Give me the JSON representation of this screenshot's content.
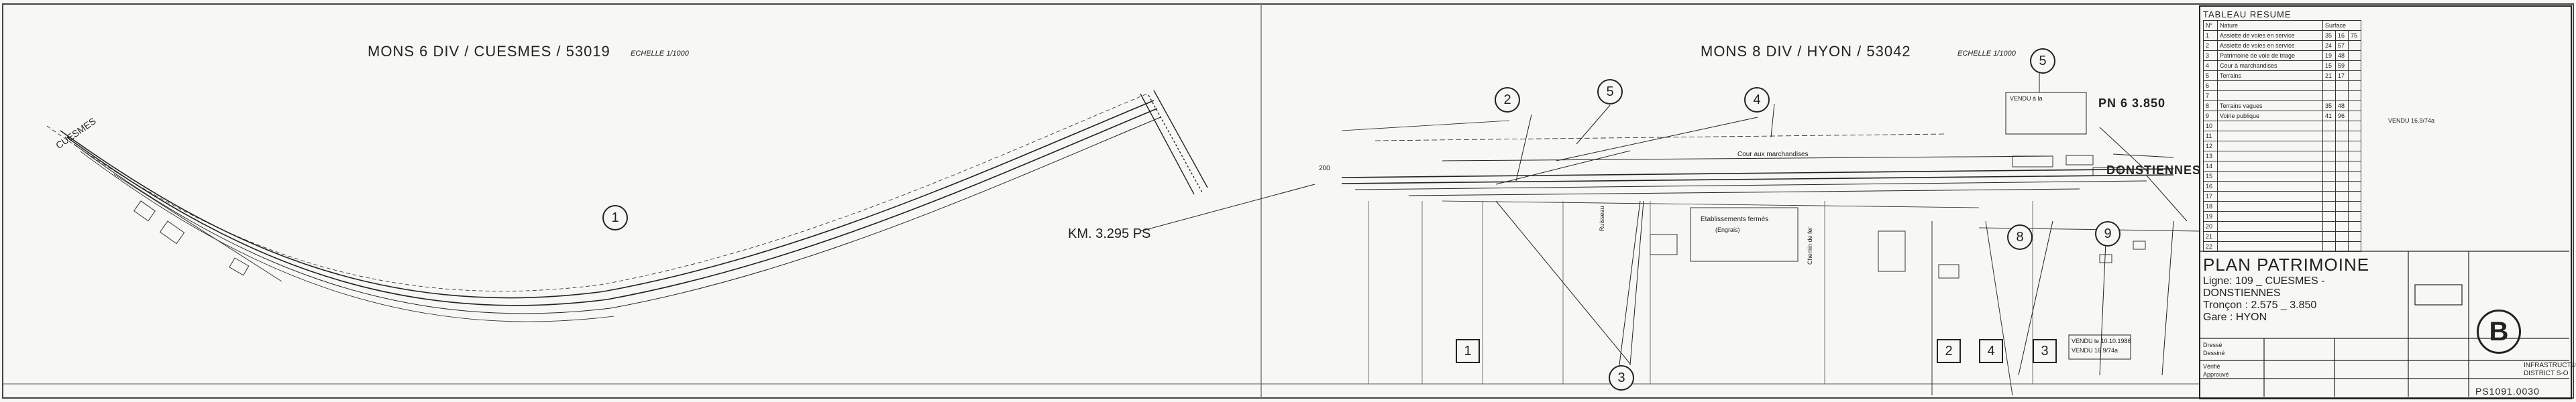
{
  "sheet_left": {
    "title": "MONS  6  DIV / CUESMES /     53019",
    "scale": "ECHELLE  1/1000"
  },
  "sheet_right": {
    "title": "MONS  8  DIV / HYON /   53042",
    "scale": "ECHELLE  1/1000"
  },
  "labels": {
    "cuesmes": "CUESMES",
    "km_ps": "KM. 3.295 PS",
    "pn": "PN 6    3.850",
    "donstiennes": "DONSTIENNES",
    "cour_marchandises": "Cour aux marchandises",
    "etablissements": "Etablissements fermés",
    "engrais": "(Engrais)",
    "ruisseau": "Ruisseau",
    "chemin": "Chemin de fer",
    "km_200": "200",
    "vendu_a": "VENDU à la",
    "vendu_b": "VENDU le 10.10.1986",
    "vendu_c": "VENDU 16.9/74a"
  },
  "callouts": {
    "c1": "1",
    "c2": "2",
    "c3": "3",
    "c4": "4",
    "c5": "5",
    "c5b": "5",
    "c8": "8",
    "c9": "9"
  },
  "squares": {
    "s1": "1",
    "s2": "2",
    "s3": "3",
    "s4": "4"
  },
  "tableau": {
    "title": "TABLEAU  RESUME",
    "head_no": "N°",
    "head_nature": "Nature",
    "head_surface": "Surface",
    "rows": [
      {
        "n": "1",
        "nature": "Assiette de voies en service",
        "a": "35",
        "b": "16",
        "c": "75"
      },
      {
        "n": "2",
        "nature": "Assiette de voies en service",
        "a": "24",
        "b": "57",
        "c": ""
      },
      {
        "n": "3",
        "nature": "Patrimoine de voie de triage",
        "a": "19",
        "b": "48",
        "c": ""
      },
      {
        "n": "4",
        "nature": "Cour à marchandises",
        "a": "15",
        "b": "59",
        "c": ""
      },
      {
        "n": "5",
        "nature": "Terrains",
        "a": "21",
        "b": "17",
        "c": ""
      },
      {
        "n": "6",
        "nature": "",
        "a": "",
        "b": "",
        "c": ""
      },
      {
        "n": "7",
        "nature": "",
        "a": "",
        "b": "",
        "c": ""
      },
      {
        "n": "8",
        "nature": "Terrains vagues",
        "a": "35",
        "b": "48",
        "c": ""
      },
      {
        "n": "9",
        "nature": "Voirie publique",
        "a": "41",
        "b": "96",
        "c": ""
      },
      {
        "n": "10",
        "nature": "",
        "a": "",
        "b": "",
        "c": ""
      },
      {
        "n": "11",
        "nature": "",
        "a": "",
        "b": "",
        "c": ""
      },
      {
        "n": "12",
        "nature": "",
        "a": "",
        "b": "",
        "c": ""
      },
      {
        "n": "13",
        "nature": "",
        "a": "",
        "b": "",
        "c": ""
      },
      {
        "n": "14",
        "nature": "",
        "a": "",
        "b": "",
        "c": ""
      },
      {
        "n": "15",
        "nature": "",
        "a": "",
        "b": "",
        "c": ""
      },
      {
        "n": "16",
        "nature": "",
        "a": "",
        "b": "",
        "c": ""
      },
      {
        "n": "17",
        "nature": "",
        "a": "",
        "b": "",
        "c": ""
      },
      {
        "n": "18",
        "nature": "",
        "a": "",
        "b": "",
        "c": ""
      },
      {
        "n": "19",
        "nature": "",
        "a": "",
        "b": "",
        "c": ""
      },
      {
        "n": "20",
        "nature": "",
        "a": "",
        "b": "",
        "c": ""
      },
      {
        "n": "21",
        "nature": "",
        "a": "",
        "b": "",
        "c": ""
      },
      {
        "n": "22",
        "nature": "",
        "a": "",
        "b": "",
        "c": ""
      }
    ],
    "vendu_note": "VENDU 16.9/74a"
  },
  "plan": {
    "title": "PLAN  PATRIMOINE",
    "ligne": "Ligne: 109 _ CUESMES - DONSTIENNES",
    "troncon": "Tronçon : 2.575  _  3.850",
    "gare": "Gare :  HYON",
    "logo": "B",
    "district": "INFRASTRUCTURE",
    "district2": "DISTRICT  S-O",
    "reference": "PS1091.0030",
    "dressé": "Dressé",
    "vérifié": "Vérifié",
    "dessiné": "Dessiné",
    "approuvé": "Approuvé"
  }
}
